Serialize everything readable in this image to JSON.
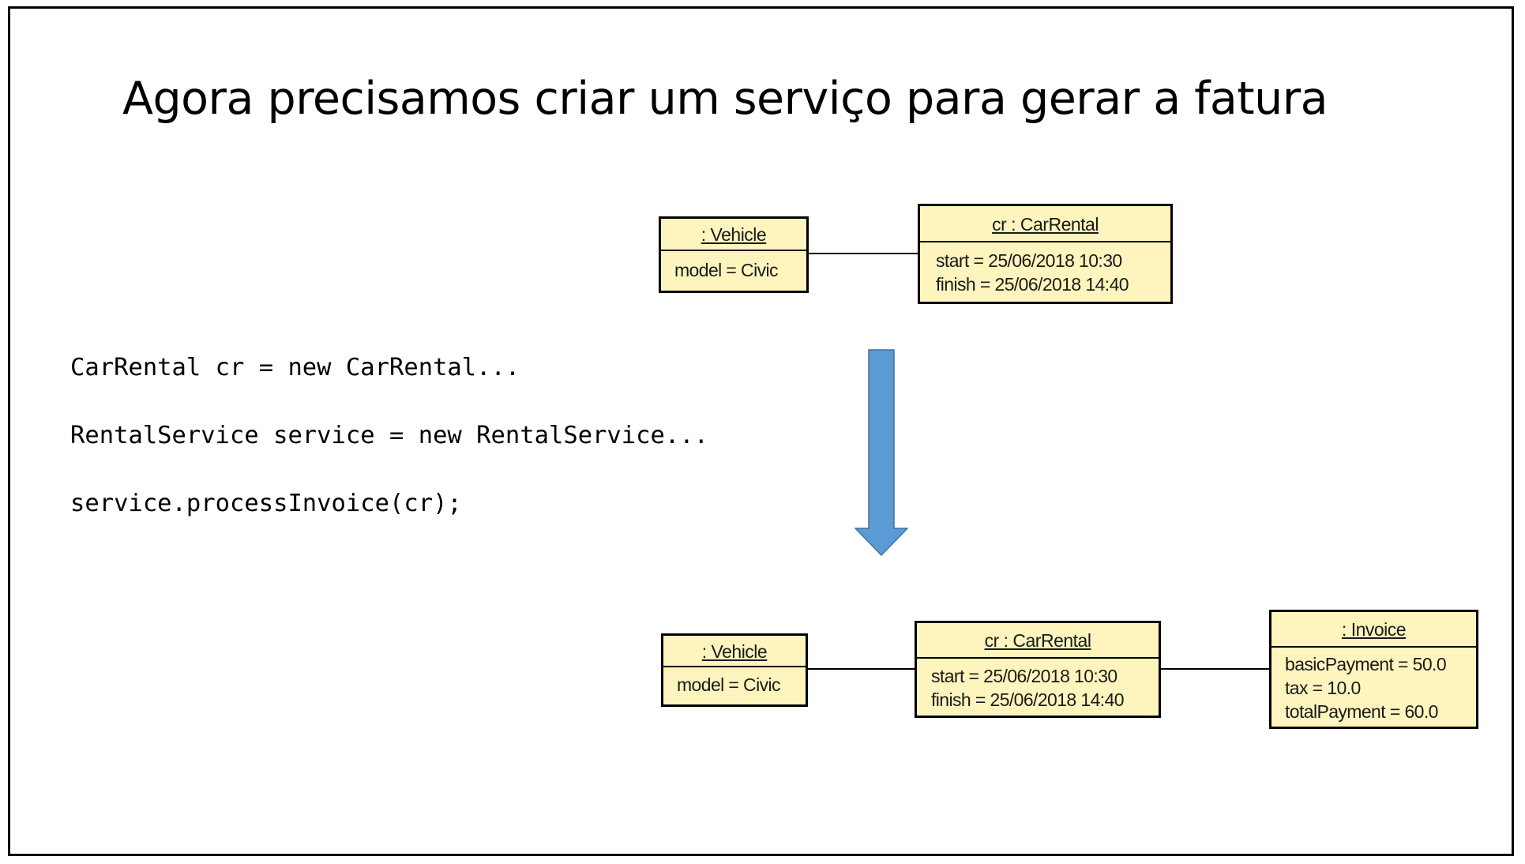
{
  "slide": {
    "title": "Agora precisamos criar um serviço para gerar a fatura"
  },
  "code": {
    "lines": [
      "CarRental cr = new CarRental...",
      "RentalService service = new RentalService...",
      "service.processInvoice(cr);"
    ]
  },
  "diagram_before": {
    "vehicle": {
      "header": ": Vehicle",
      "attributes": [
        "model = Civic"
      ]
    },
    "car_rental": {
      "header": "cr : CarRental",
      "attributes": [
        "start = 25/06/2018 10:30",
        "finish = 25/06/2018 14:40"
      ]
    }
  },
  "diagram_after": {
    "vehicle": {
      "header": ": Vehicle",
      "attributes": [
        "model = Civic"
      ]
    },
    "car_rental": {
      "header": "cr : CarRental",
      "attributes": [
        "start = 25/06/2018 10:30",
        "finish = 25/06/2018 14:40"
      ]
    },
    "invoice": {
      "header": ": Invoice",
      "attributes": [
        "basicPayment = 50.0",
        "tax = 10.0",
        "totalPayment = 60.0"
      ]
    }
  },
  "colors": {
    "object_fill": "#fdf5bd",
    "arrow_fill": "#5b9bd5",
    "arrow_stroke": "#41719c"
  }
}
